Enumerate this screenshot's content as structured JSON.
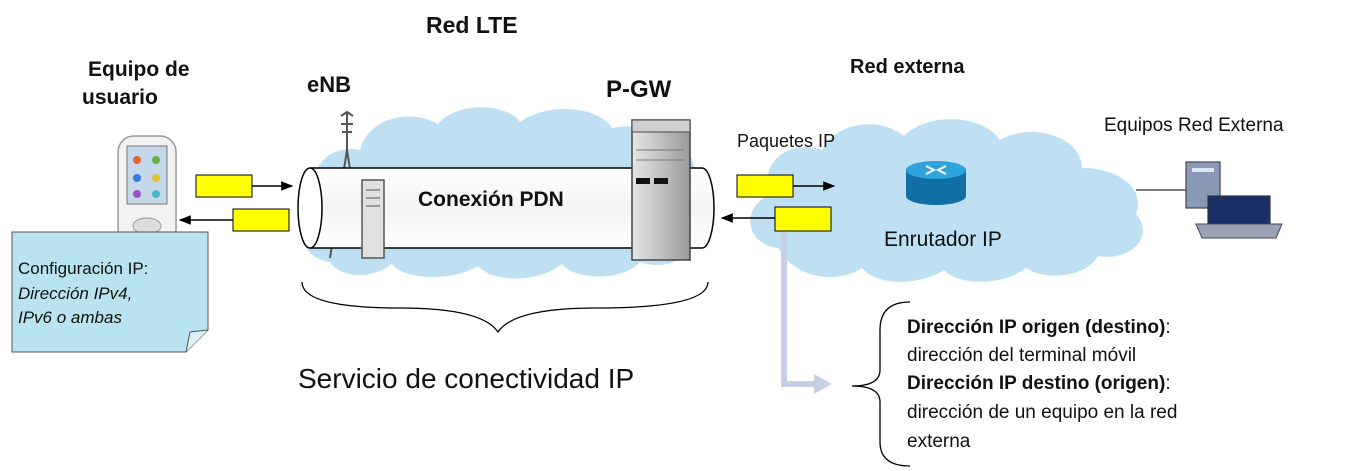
{
  "title": "Red LTE",
  "user_equipment": {
    "line1": "Equipo de",
    "line2": "usuario"
  },
  "enb_label": "eNB",
  "pgw_label": "P-GW",
  "external_network_label": "Red externa",
  "external_equipment_label": "Equipos Red Externa",
  "packets_label": "Paquetes IP",
  "pdn_connection_label": "Conexión PDN",
  "router_label": "Enrutador IP",
  "ip_config": {
    "heading": "Configuración IP:",
    "line1": "Dirección IPv4,",
    "line2": "IPv6 o ambas"
  },
  "service_label": "Servicio de conectividad IP",
  "address_info": {
    "origin_heading": "Dirección IP origen (destino)",
    "origin_desc": "dirección del terminal móvil",
    "dest_heading": "Dirección IP destino (origen)",
    "dest_desc_line1": "dirección de un equipo en la red",
    "dest_desc_line2": "externa",
    "colon": ":"
  },
  "colors": {
    "cloud": "#bfe0f3",
    "packet": "#ffff00",
    "note": "#b9e3ee",
    "pointer_arrow": "#c7cfe6",
    "router": "#1d8fc7"
  }
}
